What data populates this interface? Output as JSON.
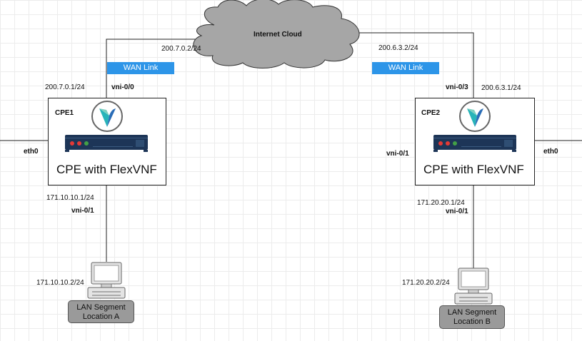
{
  "cloud": {
    "label": "Internet Cloud"
  },
  "wan_links": {
    "left_label": "WAN Link",
    "right_label": "WAN Link"
  },
  "cpe1": {
    "name": "CPE1",
    "title": "CPE with FlexVNF",
    "wan_ip": "200.7.0.1/24",
    "wan_iface": "vni-0/0",
    "cloud_ip": "200.7.0.2/24",
    "left_iface": "eth0",
    "lan_ip": "171.10.10.1/24",
    "lan_iface": "vni-0/1"
  },
  "cpe2": {
    "name": "CPE2",
    "title": "CPE with FlexVNF",
    "wan_ip": "200.6.3.1/24",
    "wan_iface": "vni-0/3",
    "cloud_ip": "200.6.3.2/24",
    "left_iface": "vni-0/1",
    "right_iface": "eth0",
    "lan_ip": "171.20.20.1/24",
    "lan_iface": "vni-0/1"
  },
  "host_a": {
    "ip": "171.10.10.2/24",
    "segment_line1": "LAN Segment",
    "segment_line2": "Location A"
  },
  "host_b": {
    "ip": "171.20.20.2/24",
    "segment_line1": "LAN Segment",
    "segment_line2": "Location B"
  },
  "colors": {
    "wan_link": "#2d95e8",
    "cloud_fill": "#a6a6a6",
    "router_body": "#1d3557",
    "logo_teal": "#28b4b9",
    "logo_blue": "#2a6db7",
    "lan_box": "#9a9a9a"
  },
  "icons": [
    "cloud",
    "flexvnf-logo",
    "router-appliance",
    "desktop-computer"
  ]
}
